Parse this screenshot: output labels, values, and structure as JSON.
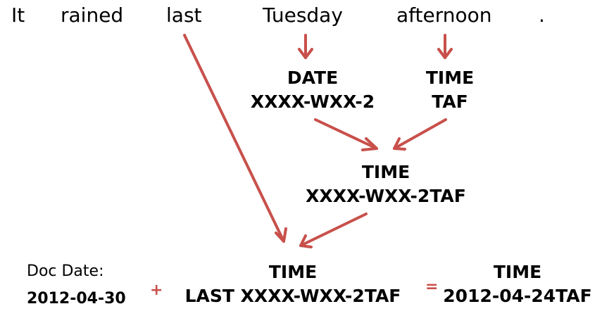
{
  "colors": {
    "arrow": "#c8504b",
    "text": "#000000"
  },
  "sentence": {
    "words": [
      "It",
      "rained",
      "last",
      "Tuesday",
      "afternoon",
      "."
    ]
  },
  "nodes": {
    "date": {
      "type": "DATE",
      "value": "XXXX-WXX-2"
    },
    "time_taf": {
      "type": "TIME",
      "value": "TAF"
    },
    "time_combined": {
      "type": "TIME",
      "value": "XXXX-WXX-2TAF"
    },
    "time_last": {
      "type": "TIME",
      "value": "LAST XXXX-WXX-2TAF"
    },
    "time_result": {
      "type": "TIME",
      "value": "2012-04-24TAF"
    }
  },
  "doc_date": {
    "label": "Doc Date:",
    "value": "2012-04-30"
  },
  "operators": {
    "plus": "+",
    "equals": "="
  }
}
